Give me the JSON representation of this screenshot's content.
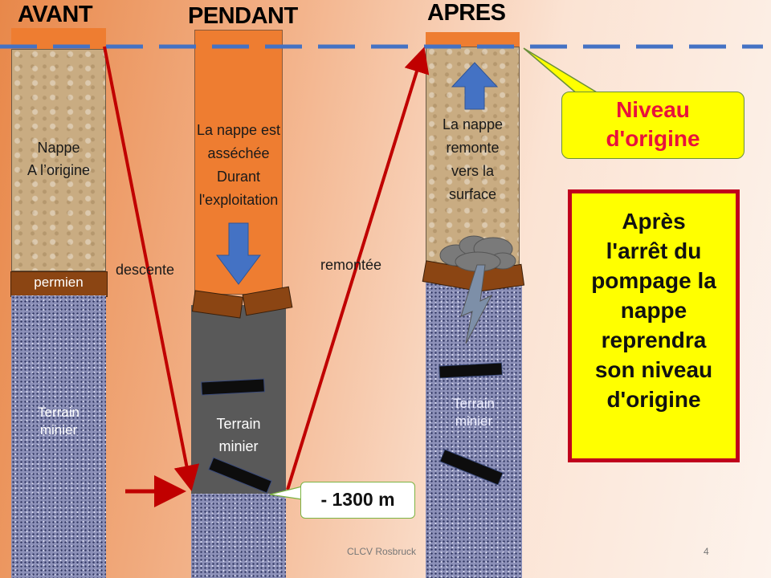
{
  "columns": {
    "avant": {
      "title": "AVANT",
      "text_lines": [
        "Nappe",
        "A l’origine"
      ],
      "layer_label": "permien",
      "ground_lines": [
        "Terrain",
        "minier"
      ]
    },
    "pendant": {
      "title": "PENDANT",
      "text_lines": [
        "La nappe est",
        "asséchée",
        "Durant",
        "l'exploitation"
      ],
      "ground_lines": [
        "Terrain",
        "minier"
      ]
    },
    "apres": {
      "title": "APRES",
      "text_lines": [
        "La nappe",
        "remonte",
        "vers la",
        "surface"
      ],
      "ground_lines": [
        "Terrain",
        "minier"
      ]
    }
  },
  "labels": {
    "descente": "descente",
    "remontee": "remontée"
  },
  "callout": {
    "lines": [
      "Niveau",
      "d'origine"
    ]
  },
  "depth_label": "- 1300 m",
  "info_box": {
    "lines": [
      "Après",
      "l'arrêt du",
      "pompage la",
      "nappe",
      "reprendra",
      "son niveau",
      "d'origine"
    ]
  },
  "footer": {
    "org": "CLCV Rosbruck",
    "page": "4"
  },
  "colors": {
    "water": "#ee7d31",
    "arrow_red": "#c00000",
    "arrow_blue": "#4472c4",
    "dashed_line": "#4472c4",
    "callout_text": "#e8123c",
    "info_border": "#c0001c",
    "highlight": "#ffff00"
  }
}
